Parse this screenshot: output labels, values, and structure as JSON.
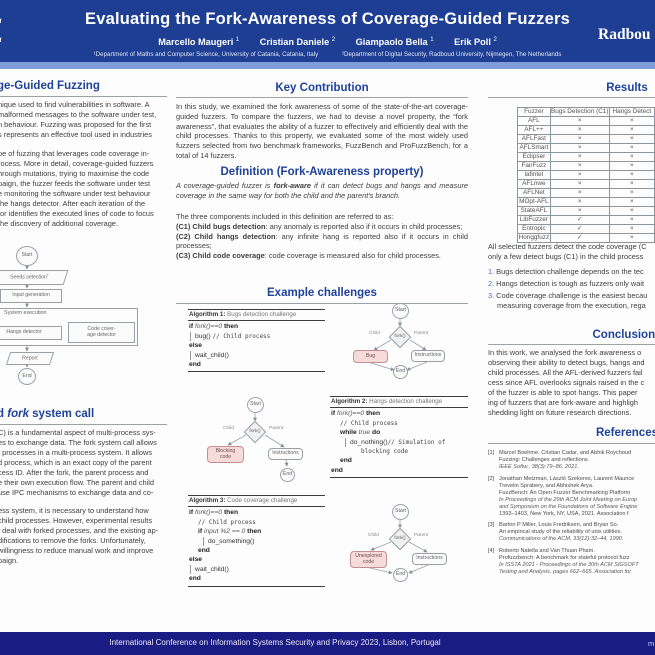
{
  "theme": {
    "header_bg": "#1d3e92",
    "strip": "#7e9cd8",
    "accent_blue": "#1e4299",
    "footer_bg": "#1b1b84",
    "pink_fill": "#f7dada",
    "pink_border": "#c29090",
    "body_text": "#3e3e3e"
  },
  "header": {
    "title": "Evaluating the Fork-Awareness of Coverage-Guided Fuzzers",
    "authors": [
      {
        "name": "Marcello Maugeri",
        "sup": "1"
      },
      {
        "name": "Cristian Daniele",
        "sup": "2"
      },
      {
        "name": "Giampaolo Bella",
        "sup": "1"
      },
      {
        "name": "Erik Poll",
        "sup": "2"
      }
    ],
    "affiliation1": "¹Department of Maths and Computer Science, University of Catania, Catania, Italy",
    "affiliation2": "²Department of Digital Security, Radboud University, Nijmegen, The Netherlands",
    "logo_right": "Radbou",
    "logo_fragments": [
      "a",
      "a"
    ]
  },
  "left": {
    "section1": {
      "title": "ge-Guided Fuzzing",
      "para1_lines": [
        "nique used to find vulnerabilities in software. A",
        "malformed messages to the software under test,",
        "n behaviour.  Fuzzing was proposed for the first",
        "s represents an effective tool used in industries"
      ],
      "para2_lines": [
        "pe of fuzzing that leverages code coverage in-",
        "rocess.  More in detail, coverage-guided fuzzers",
        "hrough mutations, trying to maximise the code",
        "paign, the fuzzer feeds the software under test",
        "e monitoring the software under test behaviour",
        "the hangs detector.  After each iteration of the",
        "tor identifies the executed lines of code to focus",
        "the discovery of additional coverage."
      ]
    },
    "flowchart": {
      "start": "Start",
      "seeds": "Seeds selection",
      "seeds_sup": "†",
      "input": "Input generation",
      "sysexec": "System execution",
      "hangs": "Hangs detector",
      "codecov1": "Code cover-",
      "codecov2": "age detector",
      "report": "Report",
      "report_sup": "°",
      "end": "End"
    },
    "section2": {
      "title_pre": "d ",
      "title_italic": "fork",
      "title_post": " system call",
      "para1_lines": [
        "C) is a fundamental aspect of multi-process sys-",
        "es to exchange data.  The fork system call allows",
        "f processes in a multi-process system.  It allows",
        "d process, which is an exact copy of the parent",
        "cess ID.  After the fork, the parent process and",
        "e their own execution flow.  The parent and child",
        "use IPC mechanisms to exchange data and co-"
      ],
      "para2_lines": [
        "ess system, it is necessary to understand how",
        "child processes.  However, experimental results",
        "t deal with forked processes, and the existing ap-",
        "difications to remove the forks.  Unfortunately,",
        "willingness to reduce manual work and improve",
        "paign."
      ]
    }
  },
  "middle": {
    "key_contribution": {
      "title": "Key Contribution",
      "body": "In this study, we examined the fork awareness of some of the state-of-the-art coverage-guided fuzzers. To compare the fuzzers, we had to devise a novel property, the “fork awareness”, that evaluates the ability of a fuzzer to effectively and efficiently deal with the child processes. Thanks to this property, we evaluated some of the most widely used fuzzers selected from two benchmark frameworks, FuzzBench and ProFuzzBench, for a total of 14 fuzzers."
    },
    "definition": {
      "title": "Definition (Fork-Awareness property)",
      "pre": "A coverage-guided fuzzer is ",
      "bold": "fork-aware",
      "post": " if it can detect bugs and hangs and measure coverage in the same way for both the child and the parent's branch."
    },
    "components": {
      "intro": "The three components included in this definition are referred to as:",
      "c1_label": "(C1) Child bugs detection",
      "c1_text": ":  any anomaly is reported also if it occurs in child processes;",
      "c2_label": "(C2) Child hangs detection",
      "c2_text": ":  any infinite hang is reported also if it occurs in child processes;",
      "c3_label": "(C3) Child code coverage",
      "c3_text": ":  code coverage is measured also for child processes."
    },
    "examples": {
      "title": "Example challenges",
      "alg1": {
        "cap_b": "Algorithm 1:",
        "cap_rest": " Bugs detection challenge",
        "l1a": "if ",
        "l1b": "fork()==0",
        "l1c": " then",
        "l2a": "bug() ",
        "l2b": "// Child process",
        "l3": "else",
        "l4": "wait_child()",
        "l5": "end"
      },
      "alg2": {
        "cap_b": "Algorithm 2:",
        "cap_rest": " Hangs detection challenge",
        "l1a": "if ",
        "l1b": "fork()==0",
        "l1c": " then",
        "l2": "// Child process",
        "l3a": "while ",
        "l3b": "true",
        "l3c": " do",
        "l4a": "do_nothing()",
        "l4b": "// Simulation of",
        "l5": "blocking code",
        "l6": "end",
        "l7": "end"
      },
      "alg3": {
        "cap_b": "Algorithm 3:",
        "cap_rest": " Code coverage challenge",
        "l1a": "if ",
        "l1b": "fork()==0",
        "l1c": " then",
        "l2": "// Child process",
        "l3a": "if ",
        "l3b": "input %2 == 0",
        "l3c": " then",
        "l4": "do_something()",
        "l5": "end",
        "l6": "else",
        "l7": "wait_child()",
        "l8": "end"
      },
      "fc1": {
        "start": "Start",
        "fork": "fork()",
        "child": "Child",
        "parent": "Parent",
        "left": "Bug",
        "right": "Instructions",
        "end": "End"
      },
      "fc2": {
        "start": "Start",
        "fork": "fork()",
        "child": "Child",
        "parent": "Parent",
        "left1": "Blocking",
        "left2": "code",
        "right": "Instructions",
        "end": "End"
      },
      "fc3": {
        "start": "Start",
        "fork": "fork()",
        "child": "Child",
        "parent": "Parent",
        "left1": "Unexplored",
        "left2": "code",
        "right": "Instructions",
        "end": "End"
      }
    }
  },
  "right": {
    "results": {
      "title": "Results",
      "table": {
        "headers": [
          "Fuzzer",
          "Bugs Detection (C1)",
          "Hangs Detect"
        ],
        "rows": [
          {
            "name": "AFL",
            "c1": "×",
            "c2": "×"
          },
          {
            "name": "AFL++",
            "c1": "×",
            "c2": "×"
          },
          {
            "name": "AFLFast",
            "c1": "×",
            "c2": "×"
          },
          {
            "name": "AFLSmart",
            "c1": "×",
            "c2": "×"
          },
          {
            "name": "Eclipser",
            "c1": "×",
            "c2": "×"
          },
          {
            "name": "FairFuzz",
            "c1": "×",
            "c2": "×"
          },
          {
            "name": "lafintel",
            "c1": "×",
            "c2": "×"
          },
          {
            "name": "AFLnwe",
            "c1": "×",
            "c2": "×"
          },
          {
            "name": "AFLNet",
            "c1": "×",
            "c2": "×"
          },
          {
            "name": "MOpt-AFL",
            "c1": "×",
            "c2": "×"
          },
          {
            "name": "StateAFL",
            "c1": "×",
            "c2": "×"
          },
          {
            "name": "LibFuzzer",
            "c1": "✓",
            "c2": "×"
          },
          {
            "name": "Entropic",
            "c1": "✓",
            "c2": "×"
          },
          {
            "name": "Honggfuzz",
            "c1": "✓",
            "c2": "×"
          }
        ]
      },
      "para_lines": [
        "All selected fuzzers detect the code coverage (C",
        "only a few detect bugs (C1) in the child process"
      ],
      "items": [
        {
          "num": "1.",
          "text": "Bugs detection challenge depends on the tec"
        },
        {
          "num": "2.",
          "text": "Hangs detection is tough as fuzzers only wait"
        },
        {
          "num": "3.",
          "text": "Code coverage challenge is the easiest becau"
        }
      ],
      "item3_cont": "measuring coverage from the execution, rega"
    },
    "conclusions": {
      "title": "Conclusions",
      "lines": [
        "In this work, we analysed the fork awareness o",
        "observing their ability to detect bugs, hangs and",
        "child processes.  All the AFL-derived fuzzers fail",
        "cess since AFL overlooks signals raised in the c",
        "of the fuzzer is able to spot hangs.  This paper",
        "ing of fuzzers that are fork-aware and highligh",
        "shedding light on future research directions."
      ]
    },
    "references": {
      "title": "References",
      "r1_num": "[1]",
      "r1_l1": "Marcel Boehme, Cristian Cadar, and Abhik Roychoud",
      "r1_l2": "Fuzzing: Challenges and reflections.",
      "r1_l3": "IEEE Softw., 38(3):79–86, 2021.",
      "r2_num": "[2]",
      "r2_l1": "Jonathan Metzman, László Szekeres, Laurent Maurice",
      "r2_l2": "Trevelin Sprabery, and Abhishek Arya.",
      "r2_l3": "FuzzBench: An Open Fuzzer Benchmarking Platform",
      "r2_l4": "In Proceedings of the 29th ACM Joint Meeting on Europ",
      "r2_l5": "and Symposium on the Foundations of Software Engine",
      "r2_l6": "1393–1403, New York, NY, USA, 2021. Association f",
      "r3_num": "[3]",
      "r3_l1": "Barton P Miller, Louis Fredriksen, and Bryan So.",
      "r3_l2": "An empirical study of the reliability of unix utilities.",
      "r3_l3": "Communications of the ACM, 33(12):32–44, 1990.",
      "r4_num": "[4]",
      "r4_l1": "Roberto Natella and Van Thuan Pham.",
      "r4_l2": "Profuzzbench: A benchmark for stateful protocol fuzz",
      "r4_l3": "In ISSTA 2021 - Proceedings of the 30th ACM SIGSOFT",
      "r4_l4": "Testing and Analysis, pages 662–665. Association for"
    }
  },
  "footer": {
    "text": "International Conference on Information Systems Security and Privacy 2023, Lisbon, Portugal",
    "right_fragment": "m"
  }
}
